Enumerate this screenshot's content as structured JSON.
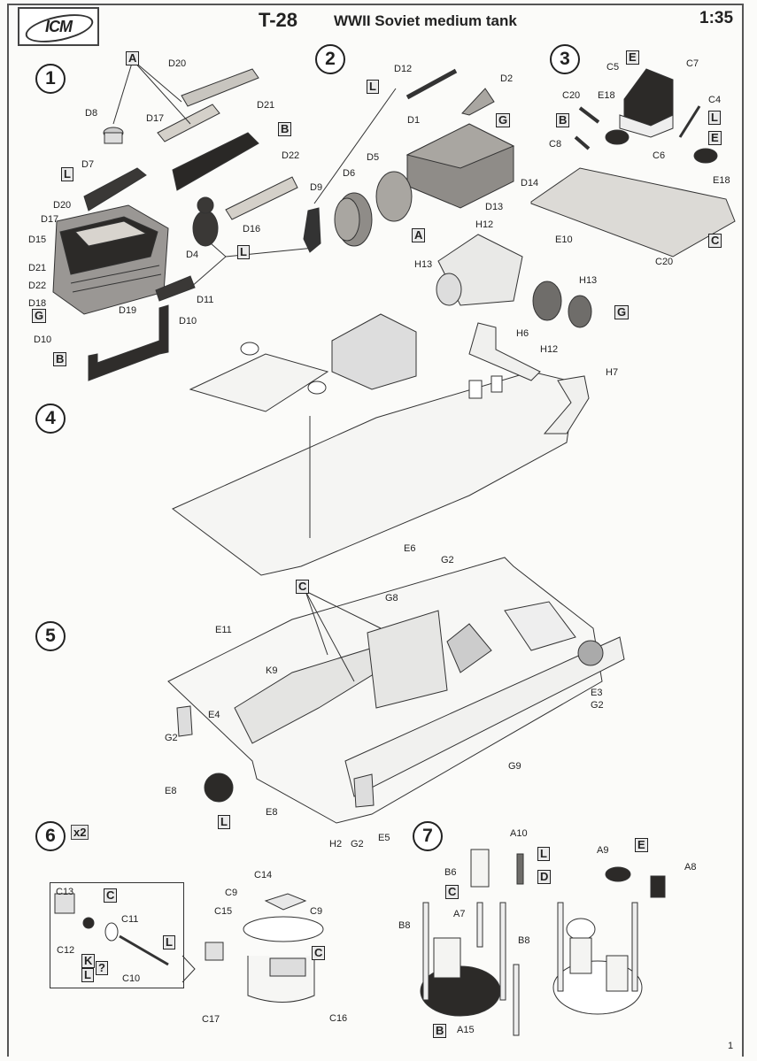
{
  "header": {
    "brand": "ICM",
    "model": "T-28",
    "description": "WWII Soviet medium tank",
    "scale": "1:35"
  },
  "steps": [
    {
      "number": "1"
    },
    {
      "number": "2"
    },
    {
      "number": "3"
    },
    {
      "number": "4"
    },
    {
      "number": "5"
    },
    {
      "number": "6",
      "multiplier": "x2"
    },
    {
      "number": "7"
    }
  ],
  "color_codes": {
    "A": "A",
    "B": "B",
    "C": "C",
    "D": "D",
    "E": "E",
    "G": "G",
    "K": "K",
    "L": "L",
    "unknown": "?"
  },
  "step1": {
    "parts": [
      "D20",
      "D8",
      "D17",
      "D21",
      "D22",
      "D7",
      "D16",
      "D20",
      "D17",
      "D15",
      "D21",
      "D22",
      "D18",
      "D4",
      "D11",
      "D19",
      "D10",
      "D10"
    ],
    "color_boxes": [
      "A",
      "B",
      "L",
      "L",
      "G",
      "B"
    ]
  },
  "step2": {
    "parts": [
      "D12",
      "D2",
      "D1",
      "D5",
      "D6",
      "D14",
      "D13",
      "D9",
      "H12",
      "H13"
    ],
    "color_boxes": [
      "L",
      "G",
      "A"
    ]
  },
  "step3": {
    "parts": [
      "C5",
      "C7",
      "C20",
      "E18",
      "C4",
      "C8",
      "C6",
      "E18",
      "E10",
      "C20"
    ],
    "color_boxes": [
      "E",
      "B",
      "L",
      "E",
      "C"
    ]
  },
  "step4": {
    "parts": [
      "H13",
      "H12",
      "H6",
      "H7"
    ],
    "color_boxes": [
      "G"
    ]
  },
  "step5": {
    "parts": [
      "E6",
      "G2",
      "G8",
      "E11",
      "K9",
      "E3",
      "G2",
      "E4",
      "G2",
      "G9",
      "E8",
      "E8",
      "H2",
      "G2",
      "E5"
    ],
    "color_boxes": [
      "C",
      "L"
    ]
  },
  "step6": {
    "parts": [
      "C13",
      "C11",
      "C12",
      "C10",
      "C14",
      "C9",
      "C15",
      "C9",
      "C17",
      "C16"
    ],
    "color_boxes": [
      "C",
      "L",
      "K",
      "L",
      "?",
      "C"
    ]
  },
  "step7": {
    "parts": [
      "A10",
      "B6",
      "A7",
      "B8",
      "B8",
      "A15",
      "A9",
      "A8"
    ],
    "color_boxes": [
      "L",
      "C",
      "D",
      "B",
      "E"
    ]
  },
  "footer": {
    "page_number": "1"
  }
}
